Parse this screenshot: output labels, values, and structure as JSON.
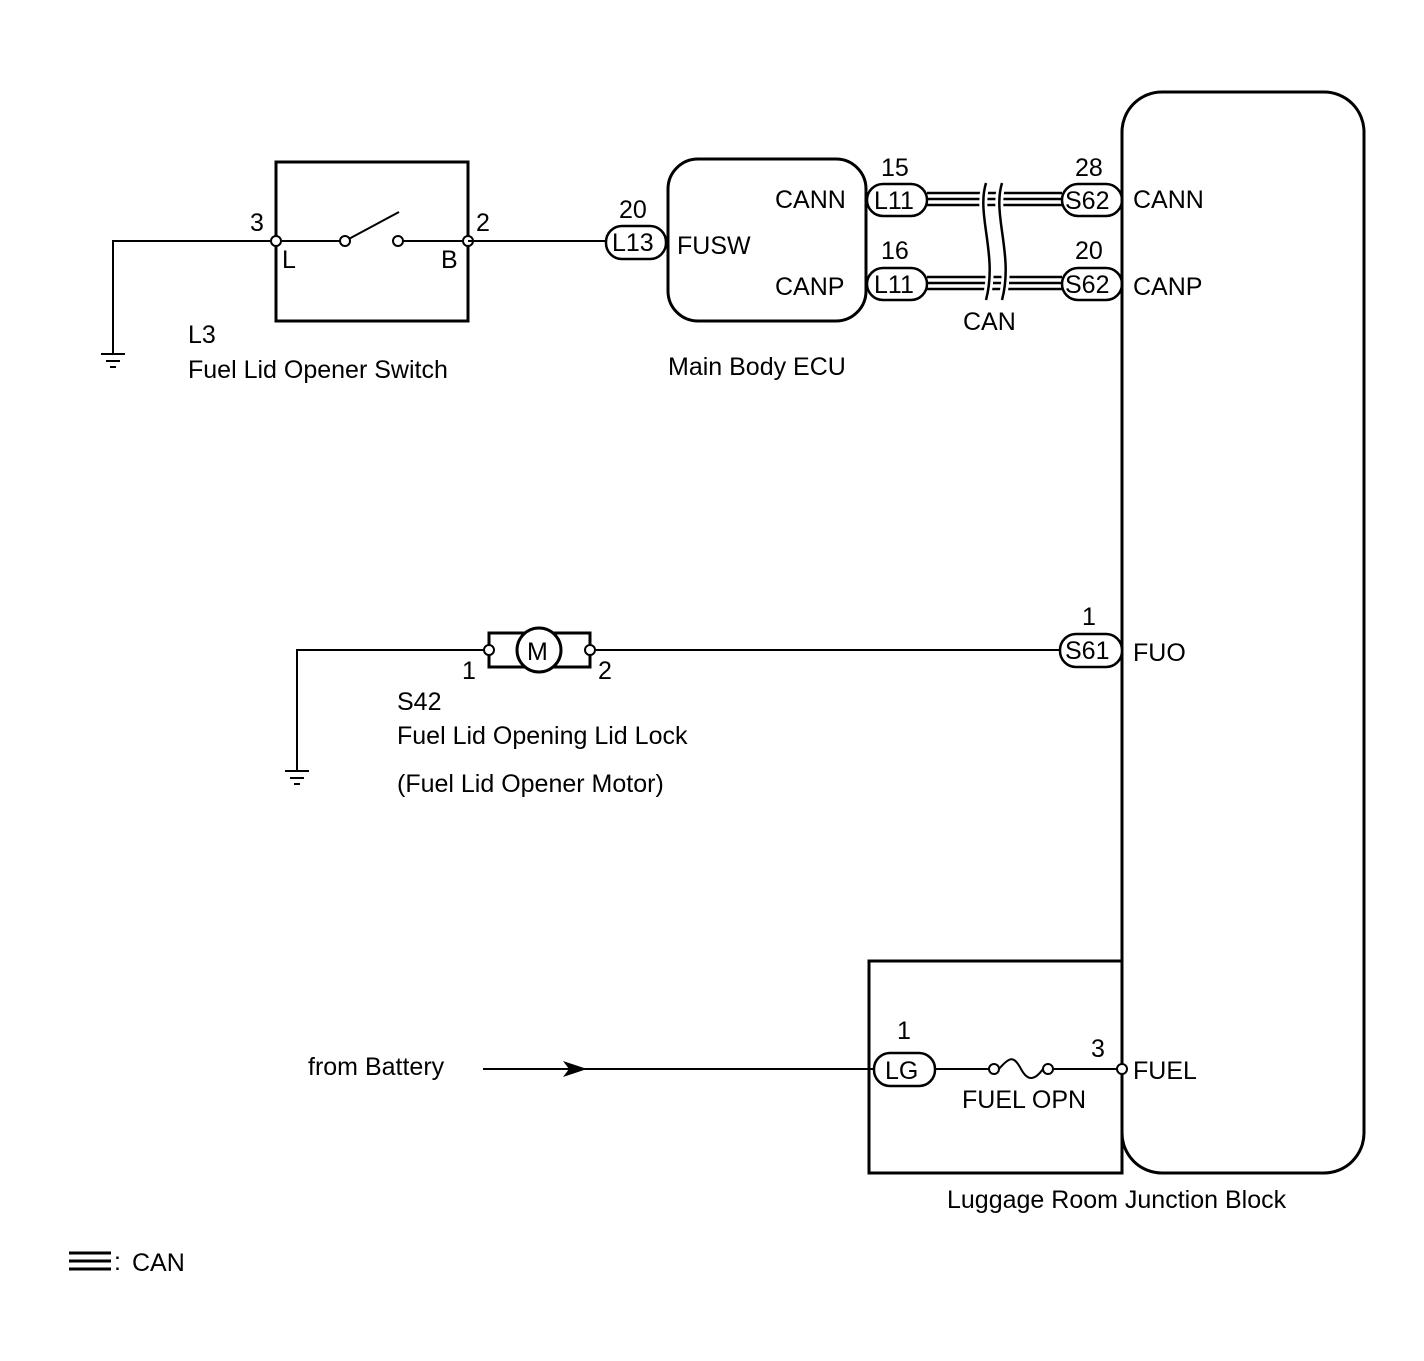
{
  "switch": {
    "code": "L3",
    "name": "Fuel Lid Opener Switch",
    "pin_left_num": "3",
    "pin_left_label": "L",
    "pin_right_num": "2",
    "pin_right_label": "B"
  },
  "ecu": {
    "name": "Main Body ECU",
    "fusw_connector": "L13",
    "fusw_pin": "20",
    "fusw_label": "FUSW",
    "cann_label": "CANN",
    "canp_label": "CANP",
    "can_connector": "L11",
    "cann_pin": "15",
    "canp_pin": "16"
  },
  "bus_label": "CAN",
  "junction": {
    "name": "Luggage Room Junction Block",
    "can_connector": "S62",
    "cann_pin": "28",
    "canp_pin": "20",
    "cann_label": "CANN",
    "canp_label": "CANP",
    "fuo_connector": "S61",
    "fuo_pin": "1",
    "fuo_label": "FUO",
    "lg_connector": "LG",
    "lg_pin": "1",
    "fuse_label": "FUEL OPN",
    "fuel_pin": "3",
    "fuel_label": "FUEL"
  },
  "motor": {
    "code": "S42",
    "name": "Fuel Lid Opening Lid Lock",
    "subname": "(Fuel Lid Opener Motor)",
    "symbol": "M",
    "pin_left": "1",
    "pin_right": "2"
  },
  "battery_label": "from Battery",
  "legend": {
    "separator": ":",
    "label": "CAN"
  }
}
